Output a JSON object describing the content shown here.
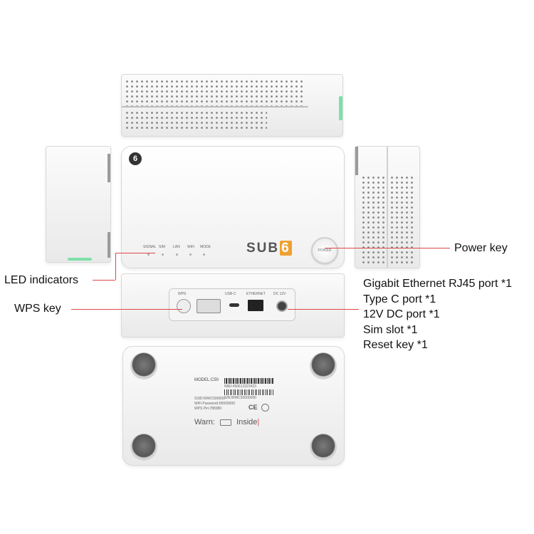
{
  "device": {
    "brand_badge": "6",
    "logo_main": "SUB",
    "logo_accent": "6",
    "power_button_text": "POWER",
    "led_labels": [
      "SIGNAL",
      "SIM",
      "LAN",
      "WiFi",
      "MODE"
    ],
    "rear_port_labels": [
      "WPS",
      "USB-C",
      "ETHERNET",
      "DC 12V"
    ],
    "bottom_label": {
      "model": "MODEL:C50",
      "imei": "IMEI:456612323423",
      "sn": "S/N:WWC20000000",
      "ssid": "SSID:WWC000000",
      "wifi_password": "WiFi Password:00000000",
      "wps_pin": "WPS Pin:788389",
      "warning_prefix": "Warn:",
      "warning_suffix": "Inside"
    }
  },
  "callouts": {
    "power_key": "Power key",
    "led_indicators": "LED indicators",
    "wps_key": "WPS key",
    "ports": [
      "Gigabit Ethernet RJ45 port *1",
      "Type C port *1",
      "12V DC port *1",
      "Sim slot *1",
      "Reset key *1"
    ]
  },
  "colors": {
    "leader_line": "#e04848",
    "accent_orange": "#f0a030",
    "led_green": "#7ee0a8",
    "body_white": "#f4f4f4"
  }
}
